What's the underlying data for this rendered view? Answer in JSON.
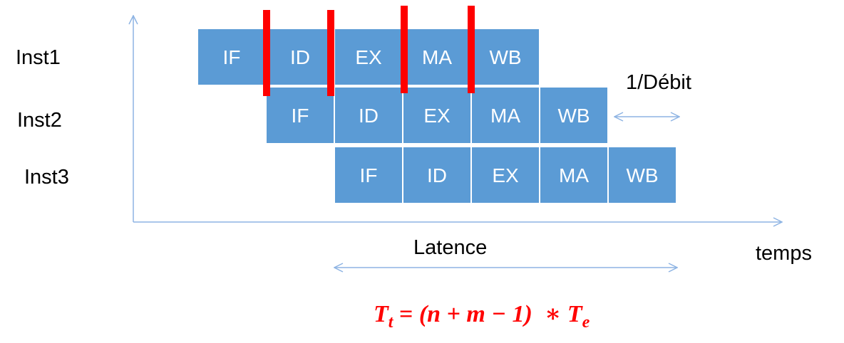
{
  "instructions": [
    {
      "label": "Inst1",
      "stages": [
        "IF",
        "ID",
        "EX",
        "MA",
        "WB"
      ]
    },
    {
      "label": "Inst2",
      "stages": [
        "IF",
        "ID",
        "EX",
        "MA",
        "WB"
      ]
    },
    {
      "label": "Inst3",
      "stages": [
        "IF",
        "ID",
        "EX",
        "MA",
        "WB"
      ]
    }
  ],
  "axis_label": "temps",
  "latency_label": "Latence",
  "throughput_label": "1/Débit",
  "formula": {
    "lhs": "T",
    "lhs_sub": "t",
    "equals": " = ",
    "middle": "(n + m − 1)",
    "times": "  ∗ ",
    "rhs": "T",
    "rhs_sub": "e"
  },
  "colors": {
    "stage_fill": "#5b9bd5",
    "stage_border": "#ffffff",
    "stage_text": "#ffffff",
    "axis": "#8eb4e3",
    "register_bar": "#ff0000",
    "formula": "#ff0000",
    "label_text": "#000000"
  }
}
